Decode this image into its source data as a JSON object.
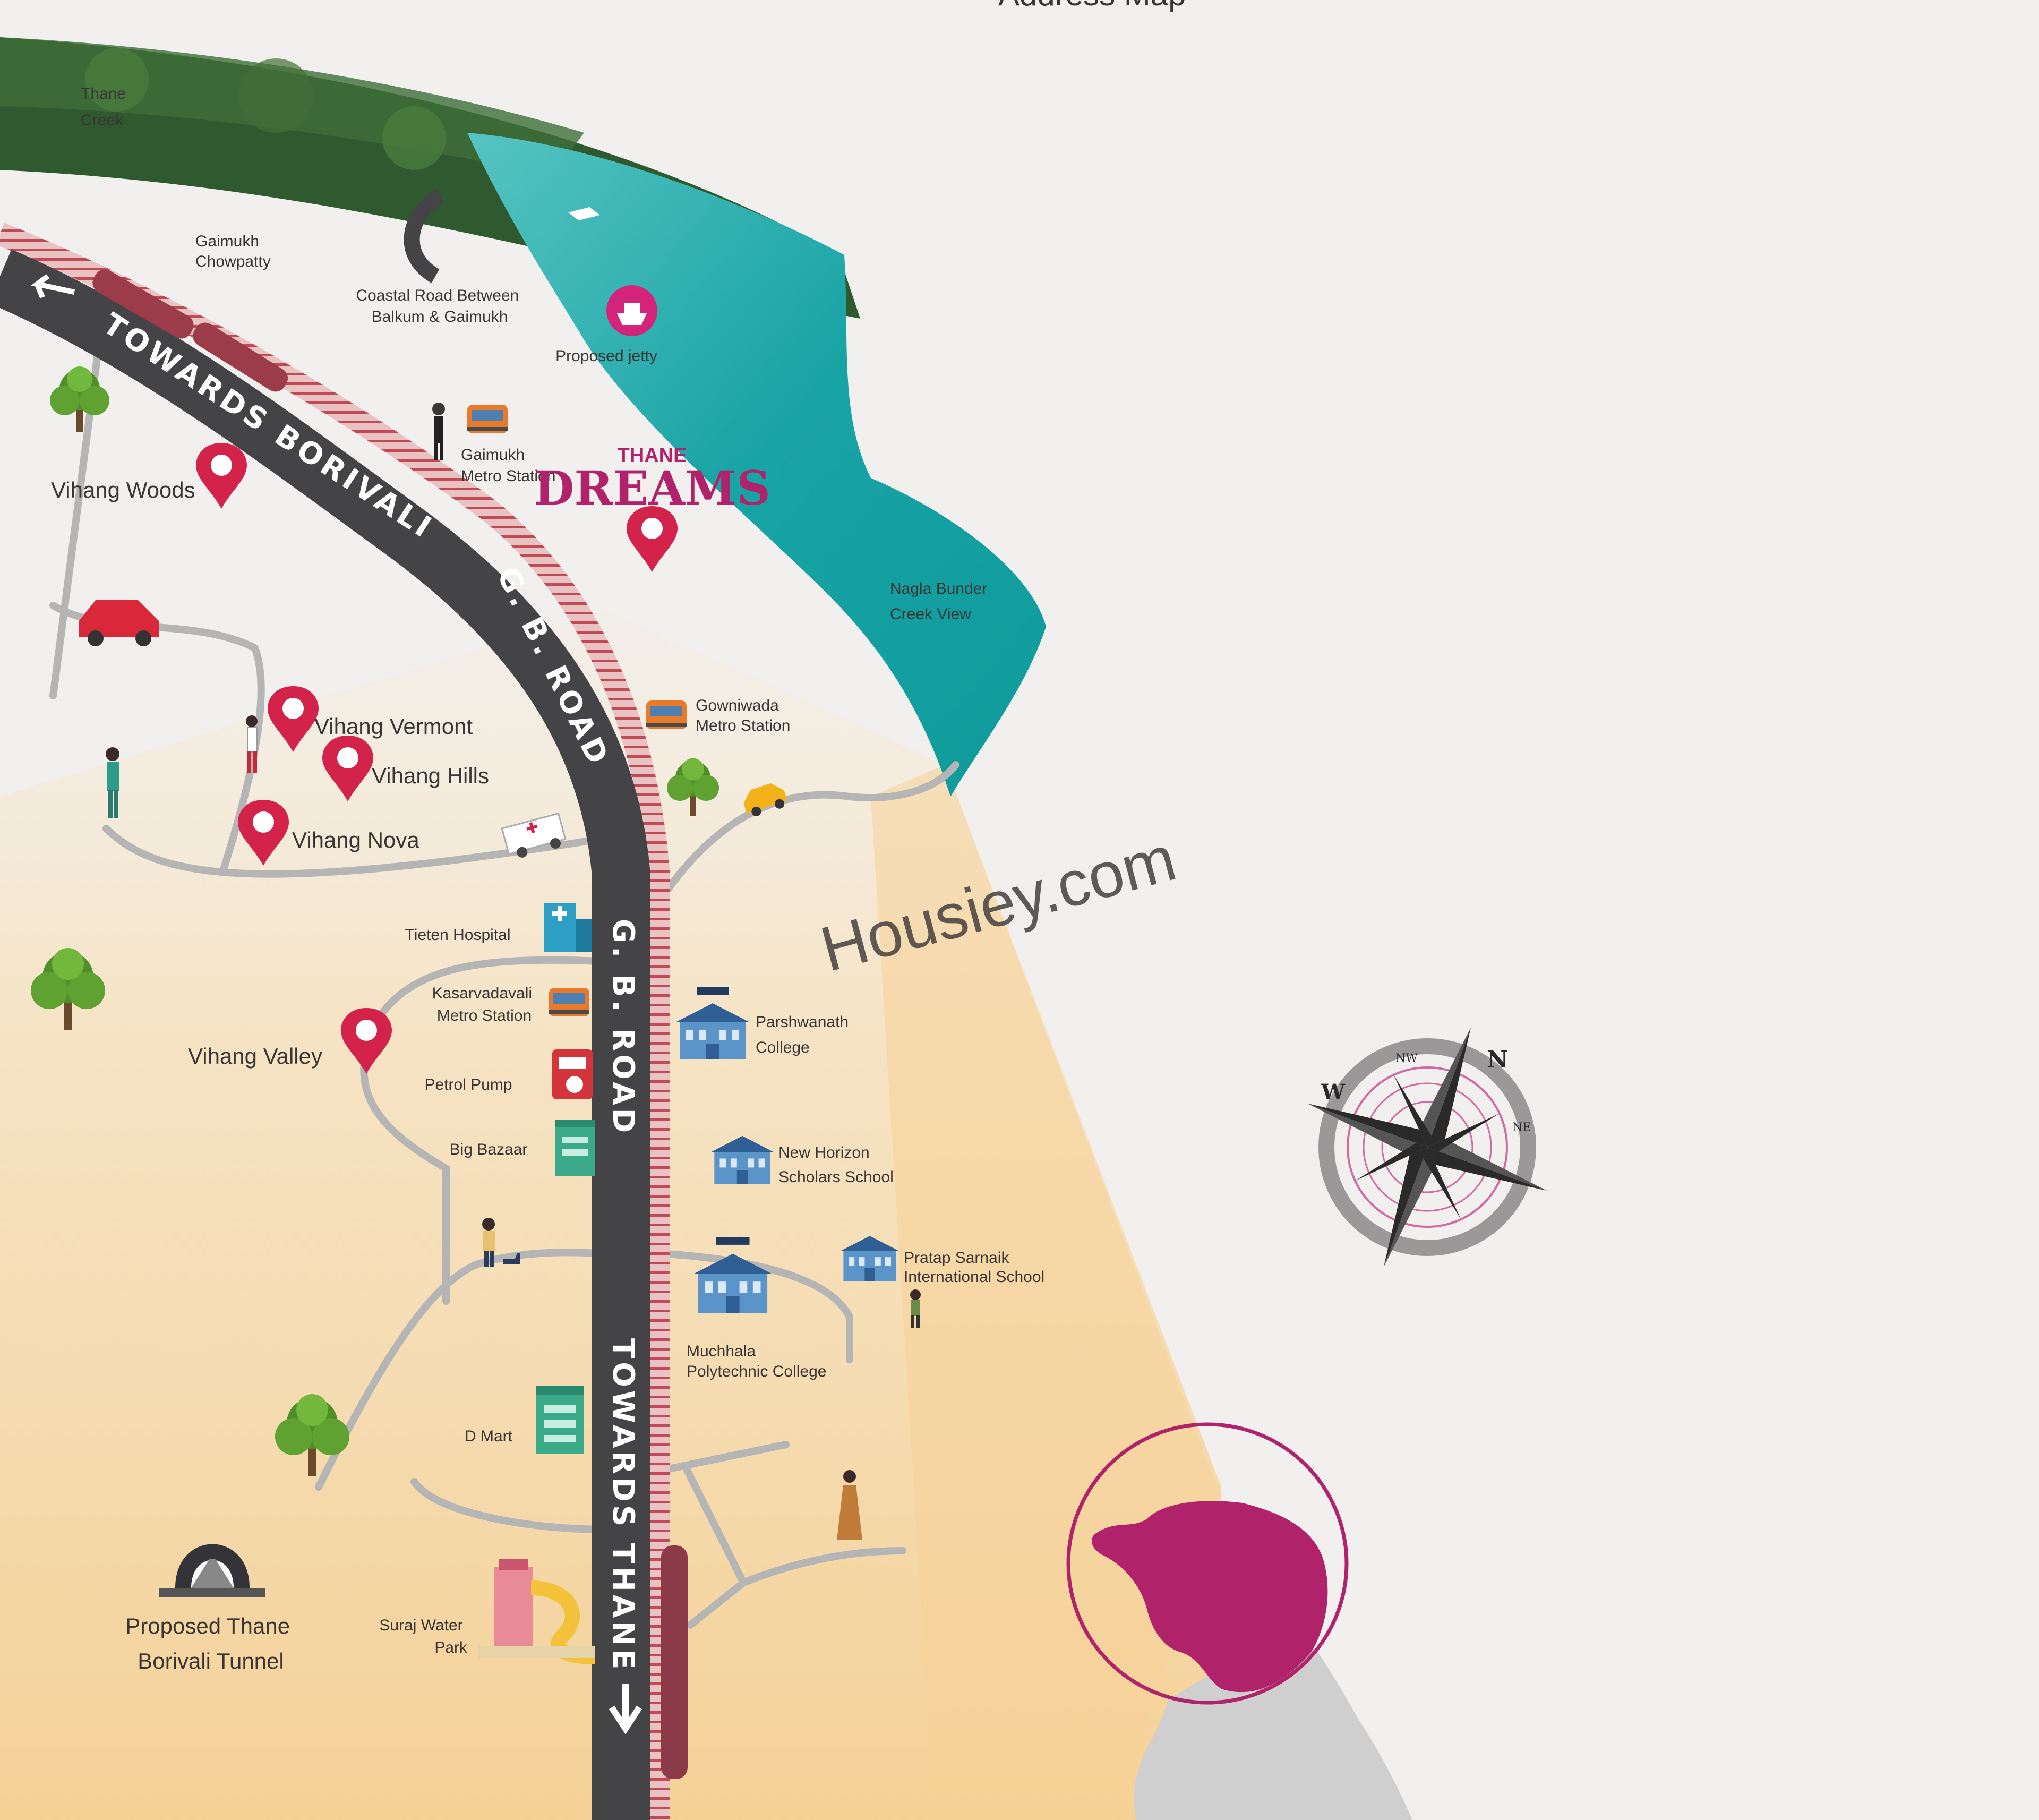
{
  "header_text": "Address Map",
  "watermark": "Housiey.com",
  "roads": {
    "towards_borivali": "TOWARDS BORIVALI",
    "gb_road_upper": "G. B. ROAD",
    "gb_road_lower": "G. B. ROAD",
    "towards_thane": "TOWARDS THANE"
  },
  "project": {
    "line1": "THANE",
    "line2": "DREAMS"
  },
  "places": {
    "thane_creek": [
      "Thane",
      "Creek"
    ],
    "gaimukh_chowpatty": [
      "Gaimukh",
      "Chowpatty"
    ],
    "coastal_road": [
      "Coastal Road Between",
      "Balkum & Gaimukh"
    ],
    "proposed_jetty": "Proposed jetty",
    "gaimukh_metro": [
      "Gaimukh",
      "Metro Station"
    ],
    "nagla_bunder": [
      "Nagla Bunder",
      "Creek View"
    ],
    "vihang_woods": "Vihang Woods",
    "vihang_vermont": "Vihang Vermont",
    "vihang_hills": "Vihang Hills",
    "vihang_nova": "Vihang Nova",
    "gowniwada_metro": [
      "Gowniwada",
      "Metro Station"
    ],
    "tieten_hospital": "Tieten Hospital",
    "kasarvadavali_metro": [
      "Kasarvadavali",
      "Metro Station"
    ],
    "parshwanath_college": [
      "Parshwanath",
      "College"
    ],
    "vihang_valley": "Vihang Valley",
    "petrol_pump": "Petrol Pump",
    "big_bazaar": "Big Bazaar",
    "new_horizon": [
      "New Horizon",
      "Scholars School"
    ],
    "pratap_sarnaik": [
      "Pratap Sarnaik",
      "International School"
    ],
    "muchhala": [
      "Muchhala",
      "Polytechnic College"
    ],
    "d_mart": "D Mart",
    "proposed_tunnel": [
      "Proposed Thane",
      "Borivali Tunnel"
    ],
    "suraj_water_park": [
      "Suraj Water",
      "Park"
    ]
  },
  "compass": {
    "n": "N",
    "w": "W",
    "nw": "NW",
    "ne": "NE"
  },
  "icons": [
    "map-pin-icon",
    "metro-train-icon",
    "hospital-icon",
    "school-icon",
    "college-icon",
    "petrol-pump-icon",
    "shop-icon",
    "tree-icon",
    "car-icon",
    "ambulance-icon",
    "tunnel-icon",
    "water-park-icon",
    "jetty-icon",
    "compass-icon",
    "locator-inset-icon"
  ],
  "colors": {
    "pin": "#d4234b",
    "brand": "#b0236a",
    "road": "#444446",
    "rail": "#c25560",
    "water": "#1aa9a8",
    "forest": "#2f5a2f",
    "highlight_beam": "#f6d8a6",
    "paper": "#f1f0ee"
  }
}
